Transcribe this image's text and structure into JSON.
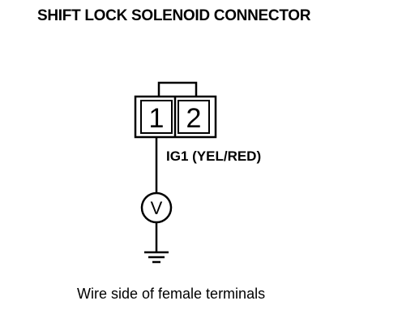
{
  "title": "SHIFT LOCK SOLENOID CONNECTOR",
  "connector": {
    "pins": [
      {
        "number": "1"
      },
      {
        "number": "2"
      }
    ]
  },
  "wire": {
    "label": "IG1 (YEL/RED)"
  },
  "meter": {
    "symbol": "V",
    "icon": "voltmeter-icon"
  },
  "ground": {
    "icon": "ground-icon"
  },
  "caption": "Wire side of female terminals"
}
